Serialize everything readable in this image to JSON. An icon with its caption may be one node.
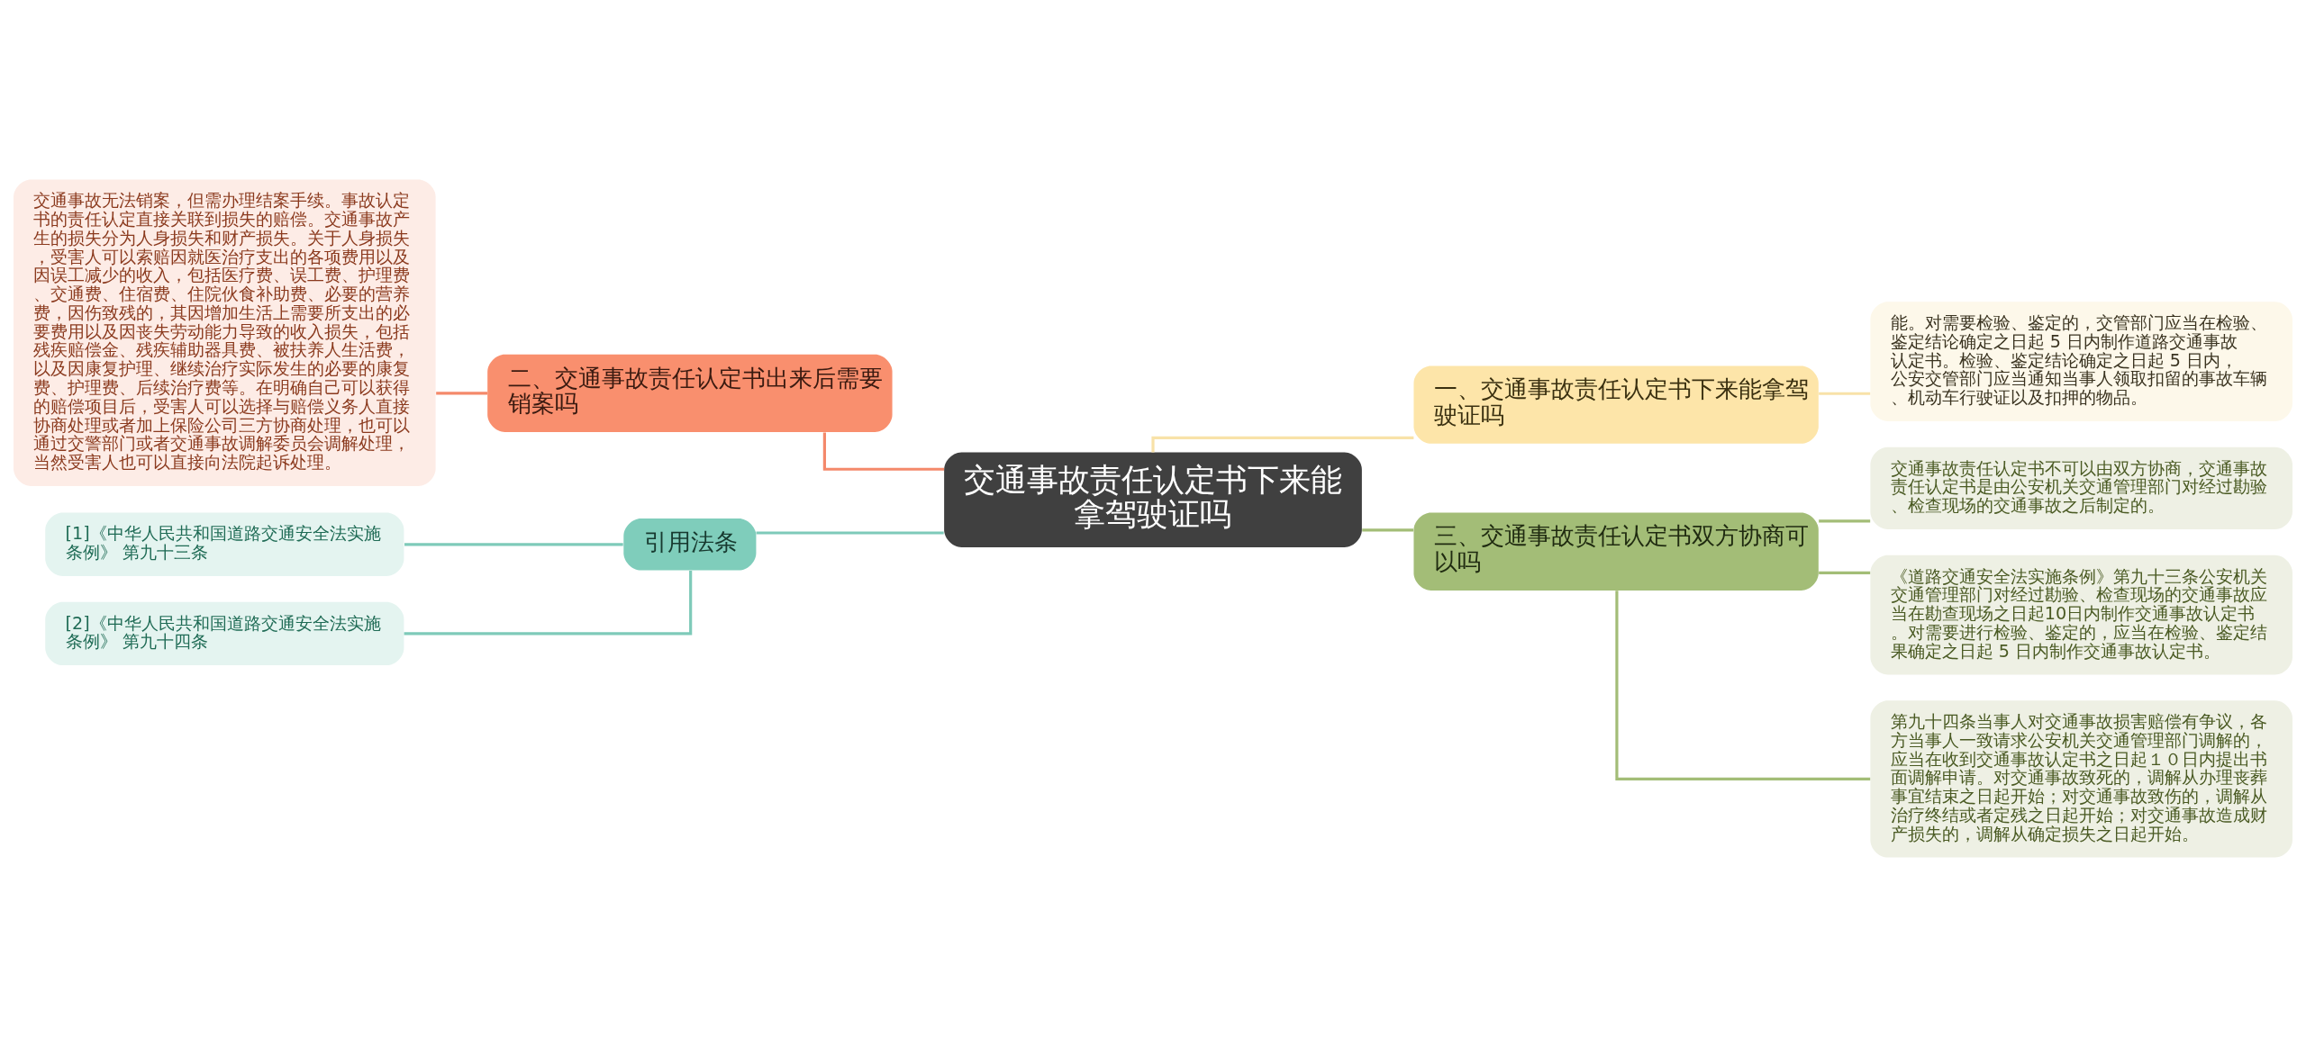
{
  "diagram": {
    "nodes": [
      {
        "text": [
          "交通事故责任认定书下来能拿驾驶证吗"
        ]
      },
      {
        "text": [
          "二、交通事故责任认定书出来后需要销案吗"
        ]
      },
      {
        "text": [
          "交通事故无法销案，但需办理结案手续。事故认定书的责任认定直接关联到损失的赔偿。交通事故产生的损失分为人身损失和财产损失。关于人身损失，受害人可以索赔因就医治疗支出的各项费用以及因误工减少的收入，包括医疗费、误工费、护理费、交通费、住宿费、住院伙食补助费、必要的营养费，因伤致残的，其因增加生活上需要所支出的必要费用以及因丧失劳动能力导致的收入损失，包括残疾赔偿金、残疾辅助器具费、被扶养人生活费，以及因康复护理、继续治疗实际发生的必要的康复费、护理费、后续治疗费等。在明确自己可以获得的赔偿项目后，受害人可以选择与赔偿义务人直接协商处理或者加上保险公司三方协商处理，也可以通过交警部门或者交通事故调解委员会调解处理，当然受害人也可以直接向法院起诉处理。"
        ]
      },
      {
        "text": [
          "引用法条"
        ]
      },
      {
        "text": [
          "[1]《中华人民共和国道路交通安全法实施条例》 第九十三条"
        ]
      },
      {
        "text": [
          "[2]《中华人民共和国道路交通安全法实施条例》 第九十四条"
        ]
      },
      {
        "text": [
          "一、交通事故责任认定书下来能拿驾驶证吗"
        ]
      },
      {
        "text": [
          "能。对需要检验、鉴定的，交管部门应当在检验、鉴定结论确定之日起 5 日内制作道路交通事故认定书。检验、鉴定结论确定之日起 5 日内，公安交管部门应当通知当事人领取扣留的事故车辆、机动车行驶证以及扣押的物品。"
        ]
      },
      {
        "text": [
          "三、交通事故责任认定书双方协商可以吗"
        ]
      },
      {
        "text": [
          "交通事故责任认定书不可以由双方协商，交通事故责任认定书是由公安机关交通管理部门对经过勘验、检查现场的交通事故之后制定的。"
        ]
      },
      {
        "text": [
          "《道路交通安全法实施条例》第九十三条公安机关交通管理部门对经过勘验、检查现场的交通事故应当在勘查现场之日起10日内制作交通事故认定书。对需要进行检验、鉴定的，应当在检验、鉴定结果确定之日起 5 日内制作交通事故认定书。"
        ]
      },
      {
        "text": [
          "第九十四条当事人对交通事故损害赔偿有争议，各方当事人一致请求公安机关交通管理部门调解的，应当在收到交通事故认定书之日起１０日内提出书面调解申请。对交通事故致死的，调解从办理丧葬事宜结束之日起开始；对交通事故致伤的，调解从治疗终结或者定残之日起开始；对交通事故造成财产损失的，调解从确定损失之日起开始。"
        ]
      }
    ],
    "edges": [
      {
        "from": 0,
        "to": 1,
        "arrow": "none",
        "color": "#f4896b"
      },
      {
        "from": 1,
        "to": 2,
        "arrow": "none",
        "color": "#f4896b"
      },
      {
        "from": 0,
        "to": 3,
        "arrow": "none",
        "color": "#7ecab9"
      },
      {
        "from": 3,
        "to": 4,
        "arrow": "none",
        "color": "#7ecab9"
      },
      {
        "from": 3,
        "to": 5,
        "arrow": "none",
        "color": "#7ecab9"
      },
      {
        "from": 0,
        "to": 6,
        "arrow": "none",
        "color": "#f8e2a8"
      },
      {
        "from": 6,
        "to": 7,
        "arrow": "none",
        "color": "#f8e2a8"
      },
      {
        "from": 0,
        "to": 8,
        "arrow": "none",
        "color": "#a3bd77"
      },
      {
        "from": 8,
        "to": 9,
        "arrow": "none",
        "color": "#a3bd77"
      },
      {
        "from": 8,
        "to": 10,
        "arrow": "none",
        "color": "#a3bd77"
      },
      {
        "from": 8,
        "to": 11,
        "arrow": "none",
        "color": "#a3bd77"
      }
    ]
  }
}
